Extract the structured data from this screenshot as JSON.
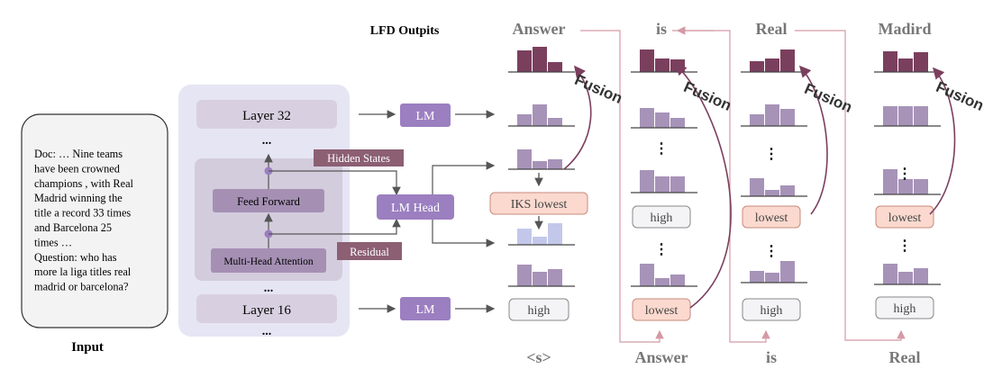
{
  "input": {
    "label": "Input",
    "lines": [
      "Doc: … Nine teams",
      "have been crowned",
      "champions , with Real",
      "Madrid winning the",
      "title a record 33 times",
      "and Barcelona 25",
      "times …",
      "Question: who has",
      "more la liga titles real",
      "madrid or barcelona?"
    ]
  },
  "model": {
    "layer_top": "Layer 32",
    "layer_bottom": "Layer 16",
    "dots_top": "...",
    "dots_mid": "...",
    "dots_bottom": "...",
    "feed_forward": "Feed Forward",
    "attention": "Multi-Head Attention",
    "hidden_states": "Hidden States",
    "residual": "Residual",
    "lm_top": "LM",
    "lm_bottom": "LM",
    "lm_head": "LM Head"
  },
  "outputs_title": "LFD Outpits",
  "columns": [
    {
      "top": "Answer",
      "bottom": "<s>"
    },
    {
      "top": "is",
      "bottom": "Answer"
    },
    {
      "top": "Real",
      "bottom": "is"
    },
    {
      "top": "Madird",
      "bottom": "Real"
    }
  ],
  "fusion_label": "Fusion",
  "tags": {
    "iks": "IKS lowest",
    "high": "high",
    "lowest": "lowest",
    "vdots": "⋮"
  },
  "colors": {
    "dark_bar": "#7b3f5e",
    "light_bar": "#a793b8",
    "blue_bar": "#c3c8ea",
    "purple_box": "#9b7fc0",
    "panel": "#e6e5f4",
    "layer_box": "#d8d0e0",
    "mauve_label": "#8c5f73",
    "lowest_fill": "#fbd9cf",
    "lowest_stroke": "#c98a7c",
    "connector": "#d49aa6",
    "fusion_arrow": "#7b3f5e"
  }
}
